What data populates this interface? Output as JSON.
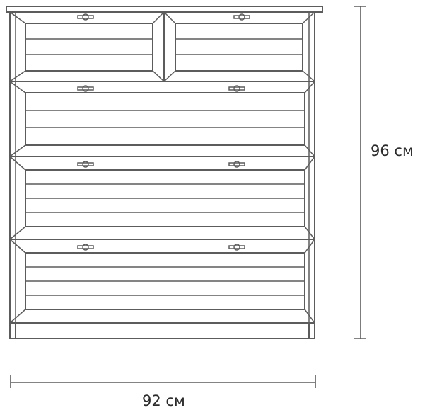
{
  "diagram": {
    "subject": "dresser-front-elevation",
    "drawers": [
      {
        "row": 1,
        "columns": 2,
        "handles_per_drawer": 1
      },
      {
        "row": 2,
        "columns": 1,
        "handles_per_drawer": 2
      },
      {
        "row": 3,
        "columns": 1,
        "handles_per_drawer": 2
      },
      {
        "row": 4,
        "columns": 1,
        "handles_per_drawer": 2
      }
    ],
    "line_color": "#5c5c5c",
    "text_color": "#2b2b2b"
  },
  "dimensions": {
    "height_label": "96 см",
    "width_label": "92 см"
  }
}
